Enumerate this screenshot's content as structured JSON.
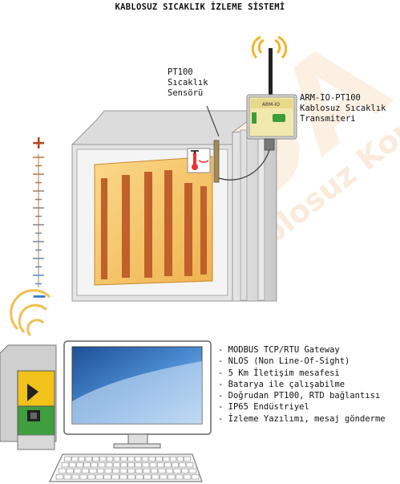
{
  "title": "KABLOSUZ SICAKLIK İZLEME SİSTEMİ",
  "sensor_label": [
    "PT100",
    "Sıcaklık",
    "Sensörü"
  ],
  "transmitter_label": [
    "ARM-IO-PT100",
    "Kablosuz Sıcaklık",
    "Transmiteri"
  ],
  "device_text": "ARM-IO",
  "features": [
    "- MODBUS TCP/RTU Gateway",
    "- NLOS (Non Line-Of-Sight)",
    "- 5 Km İletişim mesafesi",
    "- Batarya ile çalışabilme",
    "- Doğrudan PT100, RTD bağlantısı",
    "- IP65 Endüstriyel",
    "- İzleme Yazılımı, mesaj gönderme"
  ],
  "scale": {
    "plus": "+",
    "minus": "−"
  },
  "watermark": {
    "big": "SDA",
    "small": "Kablosuz Kontrol"
  },
  "colors": {
    "accent": "#c2491d",
    "oven_fill": "#f5c26a",
    "wifi": "#f0b429",
    "gateway_green": "#3f9f3f",
    "screen": "#2d6fb5"
  }
}
